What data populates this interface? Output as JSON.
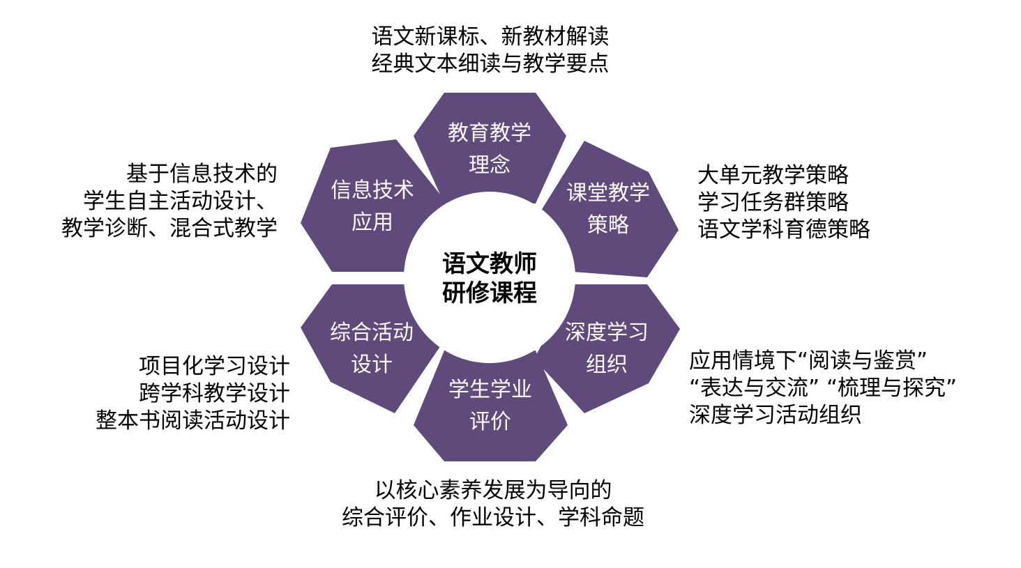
{
  "center": {
    "line1": "语文教师",
    "line2": "研修课程"
  },
  "hexagons": [
    {
      "id": "top",
      "line1": "教育教学",
      "line2": "理念"
    },
    {
      "id": "upper-right",
      "line1": "课堂教学",
      "line2": "策略"
    },
    {
      "id": "lower-right",
      "line1": "深度学习",
      "line2": "组织"
    },
    {
      "id": "bottom",
      "line1": "学生学业",
      "line2": "评价"
    },
    {
      "id": "lower-left",
      "line1": "综合活动",
      "line2": "设计"
    },
    {
      "id": "upper-left",
      "line1": "信息技术",
      "line2": "应用"
    }
  ],
  "descriptions": {
    "top": [
      "语文新课标、新教材解读",
      "经典文本细读与教学要点"
    ],
    "upper_right": [
      "大单元教学策略",
      "学习任务群策略",
      "语文学科育德策略"
    ],
    "lower_right": [
      "应用情境下“阅读与鉴赏”",
      "“表达与交流” “梳理与探究”",
      "深度学习活动组织"
    ],
    "bottom": [
      "以核心素养发展为导向的",
      "综合评价、作业设计、学科命题"
    ],
    "lower_left": [
      "项目化学习设计",
      "跨学科教学设计",
      "整本书阅读活动设计"
    ],
    "upper_left": [
      "基于信息技术的",
      "学生自主活动设计、",
      "教学诊断、混合式教学"
    ]
  },
  "colors": {
    "hexagon_fill": "#5f4a7b",
    "hexagon_text": "#ffffff",
    "center_text": "#000000"
  }
}
